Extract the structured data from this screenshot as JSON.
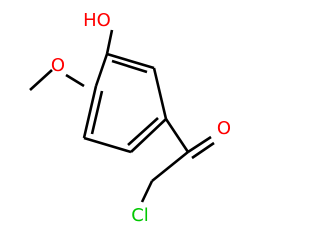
{
  "molecule": {
    "atoms": {
      "hydroxyl": "HO",
      "carbonyl_oxygen": "O",
      "chlorine": "Cl"
    },
    "colors": {
      "bond": "#000000",
      "oxygen": "#ff0000",
      "chlorine": "#00c800"
    }
  }
}
